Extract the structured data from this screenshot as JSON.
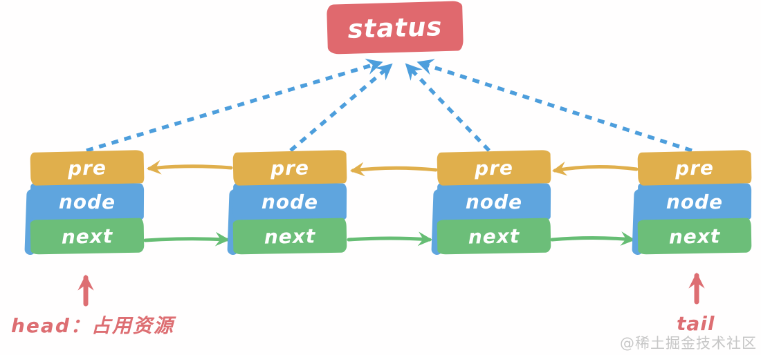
{
  "status": {
    "label": "status"
  },
  "nodes": [
    {
      "pre": "pre",
      "node": "node",
      "next": "next"
    },
    {
      "pre": "pre",
      "node": "node",
      "next": "next"
    },
    {
      "pre": "pre",
      "node": "node",
      "next": "next"
    },
    {
      "pre": "pre",
      "node": "node",
      "next": "next"
    }
  ],
  "annotations": {
    "head": "head：占用资源",
    "tail": "tail"
  },
  "watermark": "@稀土掘金技术社区",
  "colors": {
    "status_red": "#e0696e",
    "pre_gold": "#e0af4c",
    "node_blue": "#5fa5de",
    "next_green": "#6cbe79",
    "dashed_blue": "#4d9edc",
    "annotation_red": "#dd6e72",
    "watermark_gray": "#c6c6c6"
  }
}
